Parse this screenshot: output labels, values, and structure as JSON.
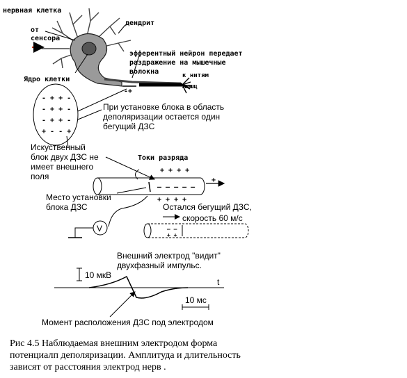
{
  "neuron": {
    "label_cell": "нервная клетка",
    "label_sensor_1": "от",
    "label_sensor_2": "сенсора",
    "label_dendrite": "дендрит",
    "label_efferent_1": "эфферентный нейрон передает",
    "label_efferent_2": "раздражение на мышечные",
    "label_efferent_3": "волокна",
    "label_to_threads_1": "к нитям",
    "label_to_threads_2": "мышц",
    "label_nucleus": "Ядро клетки"
  },
  "block": {
    "charge_rows": [
      "- +  + -",
      "- +  + -",
      "- +  + -",
      "+ -  - +"
    ],
    "desc_1": "При установке блока в область",
    "desc_2": "деполяризации остается один",
    "desc_3": "бегущий ДЗС",
    "artificial_1": "Искуственный",
    "artificial_2": "блок двух ДЗС не",
    "artificial_3": "имеет внешнего",
    "artificial_4": "поля",
    "place_1": "Место установки",
    "place_2": "блока ДЗС"
  },
  "axon": {
    "currents_label": "Токи разряда",
    "top_charges": "+ + + +",
    "mid_charges": "– – – – –",
    "bottom_charges": "+ + + +",
    "remained_1": "Остался  бегущий ДЗС,",
    "remained_2": "скорость 60 м/с",
    "voltmeter": "V",
    "arrow_label": "+"
  },
  "waveform": {
    "sees_1": "Внешний электрод \"видит\"",
    "sees_2": "двухфазный импульс.",
    "amp_label": "10 мкВ",
    "time_axis": "t",
    "time_scale": "10 мс",
    "moment": "Момент расположения ДЗС под электродом"
  },
  "caption": {
    "line1": "Рис 4.5 Наблюдаемая внешним электродом форма",
    "line2": "потенциалп деполяризации. Амплитуда и длительность",
    "line3": "зависят от  расстояния  электрод  нерв ."
  },
  "colors": {
    "ink": "#000000",
    "cell_body": "#9a9a9a",
    "nucleus": "#555555",
    "sensor_arrow": "#cc3300"
  }
}
